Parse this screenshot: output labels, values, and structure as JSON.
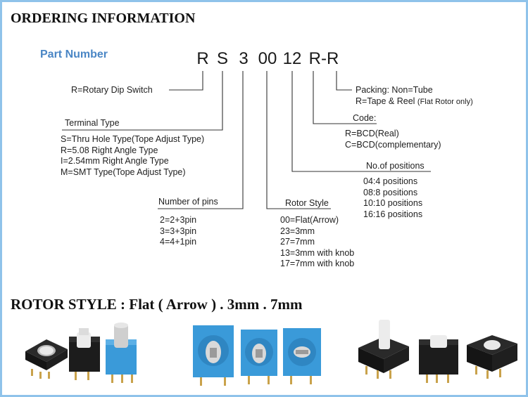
{
  "title": "ORDERING INFORMATION",
  "part_number_label": "Part Number",
  "code": [
    "R",
    "S",
    "3",
    "00",
    "12",
    "R-R"
  ],
  "rotary": {
    "label": "R=Rotary Dip Switch"
  },
  "terminal": {
    "title": "Terminal Type",
    "items": [
      "S=Thru Hole Type(Tope Adjust Type)",
      "R=5.08 Right  Angle Type",
      "I=2.54mm Right Angle Type",
      "M=SMT Type(Tope Adjust Type)"
    ]
  },
  "pins": {
    "title": "Number of pins",
    "items": [
      "2=2+3pin",
      "3=3+3pin",
      "4=4+1pin"
    ]
  },
  "rotor": {
    "title": "Rotor Style",
    "items": [
      "00=Flat(Arrow)",
      "23=3mm",
      "27=7mm",
      "13=3mm  with knob",
      "17=7mm with knob"
    ]
  },
  "positions": {
    "title": "No.of positions",
    "items": [
      "04:4 positions",
      "08:8 positions",
      "10:10 positions",
      "16:16 positions"
    ]
  },
  "codeinfo": {
    "title": "Code:",
    "items": [
      "R=BCD(Real)",
      "C=BCD(complementary)"
    ]
  },
  "packing": {
    "items": [
      "Packing: Non=Tube",
      "R=Tape & Reel"
    ],
    "note": "(Flat Rotor only)"
  },
  "rotor_heading": "ROTOR STYLE : Flat ( Arrow )  .  3mm  .   7mm",
  "colors": {
    "accent": "#4a86c5",
    "frame": "#8fc3ea",
    "switch_blue": "#3a9ad9",
    "switch_black": "#1c1c1c"
  }
}
